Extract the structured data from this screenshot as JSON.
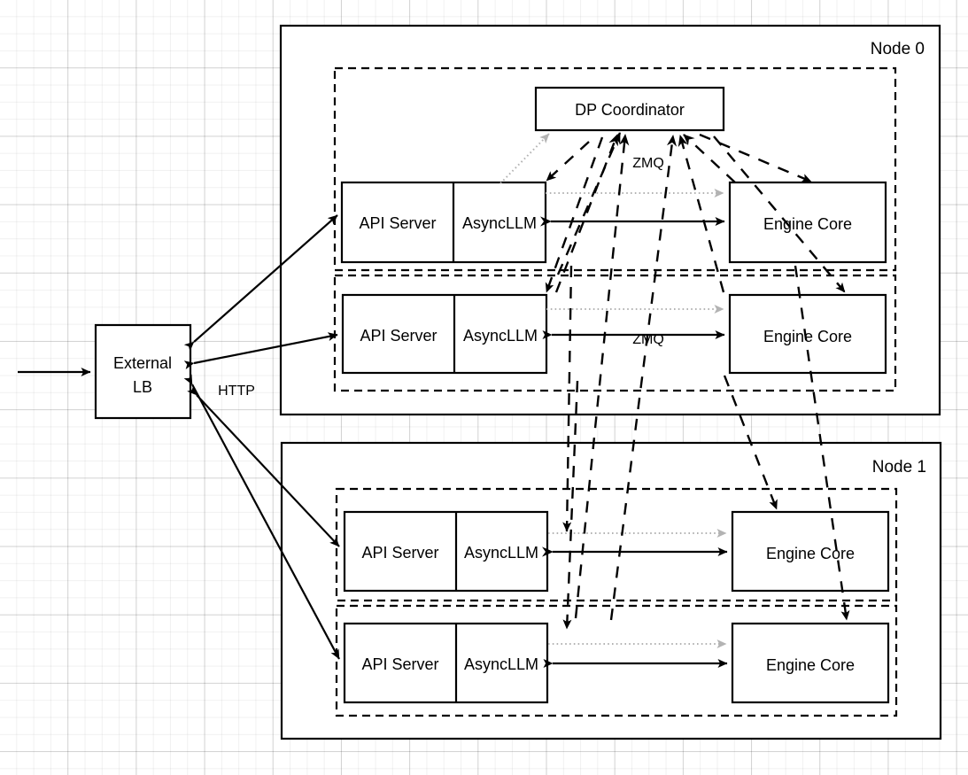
{
  "diagram": {
    "title": "vLLM data-parallel deployment topology",
    "background": "#ffffff",
    "grid_color": "#e6e6e6",
    "colors": {
      "stroke": "#000000",
      "fill": "#ffffff",
      "dotted_edge": "#b3b3b3"
    },
    "entry": {
      "label": ""
    },
    "external_lb": {
      "line1": "External",
      "line2": "LB"
    },
    "edge_labels": {
      "http": "HTTP",
      "zmq_top": "ZMQ",
      "zmq_bottom": "ZMQ"
    },
    "nodes": [
      {
        "id": "node-0",
        "title": "Node 0",
        "coordinator": {
          "label": "DP Coordinator"
        },
        "replicas": [
          {
            "id": "node0-replica0",
            "api_server": "API Server",
            "async_llm": "AsyncLLM",
            "engine_core": "Engine Core"
          },
          {
            "id": "node0-replica1",
            "api_server": "API Server",
            "async_llm": "AsyncLLM",
            "engine_core": "Engine Core"
          }
        ]
      },
      {
        "id": "node-1",
        "title": "Node 1",
        "replicas": [
          {
            "id": "node1-replica0",
            "api_server": "API Server",
            "async_llm": "AsyncLLM",
            "engine_core": "Engine Core"
          },
          {
            "id": "node1-replica1",
            "api_server": "API Server",
            "async_llm": "AsyncLLM",
            "engine_core": "Engine Core"
          }
        ]
      }
    ]
  }
}
